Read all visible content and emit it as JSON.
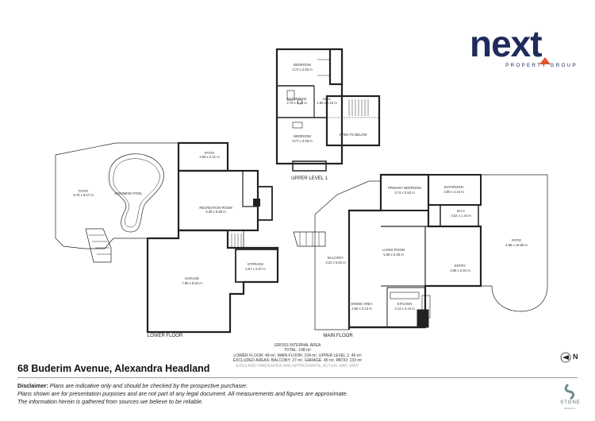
{
  "brand": {
    "logo_word": "next",
    "logo_tagline": "PROPERTY GROUP",
    "logo_color": "#1f2b5b",
    "logo_accent_color": "#e2542a"
  },
  "property": {
    "address": "68 Buderim Avenue, Alexandra Headland"
  },
  "levels": {
    "lower": "LOWER FLOOR",
    "main": "MAIN FLOOR",
    "upper": "UPPER LEVEL 1"
  },
  "rooms": {
    "upper_bedroom_top": {
      "name": "BEDROOM",
      "dims": "3.74 x 2.83 m"
    },
    "upper_bathroom": {
      "name": "BATHROOM",
      "dims": "2.76 x 2.16 m"
    },
    "upper_hall": {
      "name": "HALL",
      "dims": "1.96 x 2.16 m"
    },
    "upper_bedroom_bottom": {
      "name": "BEDROOM",
      "dims": "3.77 x 3.38 m"
    },
    "upper_open_below": {
      "name": "OPEN TO BELOW"
    },
    "lower_patio_left": {
      "name": "PATIO",
      "dims": "9.78 x 8.07 m"
    },
    "lower_pool": {
      "name": "SWIMMING POOL"
    },
    "lower_patio": {
      "name": "PATIO",
      "dims": "4.89 x 2.21 m"
    },
    "lower_recreation": {
      "name": "RECREATION ROOM",
      "dims": "5.38 x 5.89 m"
    },
    "lower_garage": {
      "name": "GARAGE",
      "dims": "7.99 x 6.82 m"
    },
    "lower_storage": {
      "name": "STORAGE",
      "dims": "2.67 x 2.97 m"
    },
    "main_primary_bedroom": {
      "name": "PRIMARY BEDROOM",
      "dims": "3.74 x 3.53 m"
    },
    "main_bathroom": {
      "name": "BATHROOM",
      "dims": "3.80 x 2.10 m"
    },
    "main_wic": {
      "name": "W.I.C",
      "dims": "2.52 x 1.44 m"
    },
    "main_patio": {
      "name": "PATIO",
      "dims": "4.88 x 10.95 m"
    },
    "main_balcony": {
      "name": "BALCONY",
      "dims": "3.22 x 5.82 m"
    },
    "main_living": {
      "name": "LIVING ROOM",
      "dims": "5.38 x 5.38 m"
    },
    "main_entry": {
      "name": "ENTRY",
      "dims": "4.86 x 2.91 m"
    },
    "main_dining": {
      "name": "DINING AREA",
      "dims": "2.56 x 3.13 m"
    },
    "main_kitchen": {
      "name": "KITCHEN",
      "dims": "4.13 x 3.15 m"
    }
  },
  "gross_area": {
    "title": "GROSS INTERNAL AREA",
    "total": "TOTAL: 198 m²",
    "breakdown": "LOWER FLOOR: 49 m², MAIN FLOOR: 104 m², UPPER LEVEL 1: 45 m²",
    "excluded": "EXCLUDED AREAS: BALCONY: 27 m², GARAGE: 45 m², PATIO: 133 m²",
    "note": "SIZES AND DIMENSIONS ARE APPROXIMATE, ACTUAL MAY VARY."
  },
  "disclaimer": {
    "label": "Disclaimer:",
    "line1": "Plans are indicative only and should be checked by the prospective purchaser.",
    "line2": "Plans shown are for presentation purposes and are not part of any legal document. All measurements and figures are approximate.",
    "line3": "The information herein is gathered from sources we believe to be reliable."
  },
  "compass": {
    "letter": "N"
  },
  "credit": {
    "name": "STONE",
    "sub": "MEDIA"
  }
}
